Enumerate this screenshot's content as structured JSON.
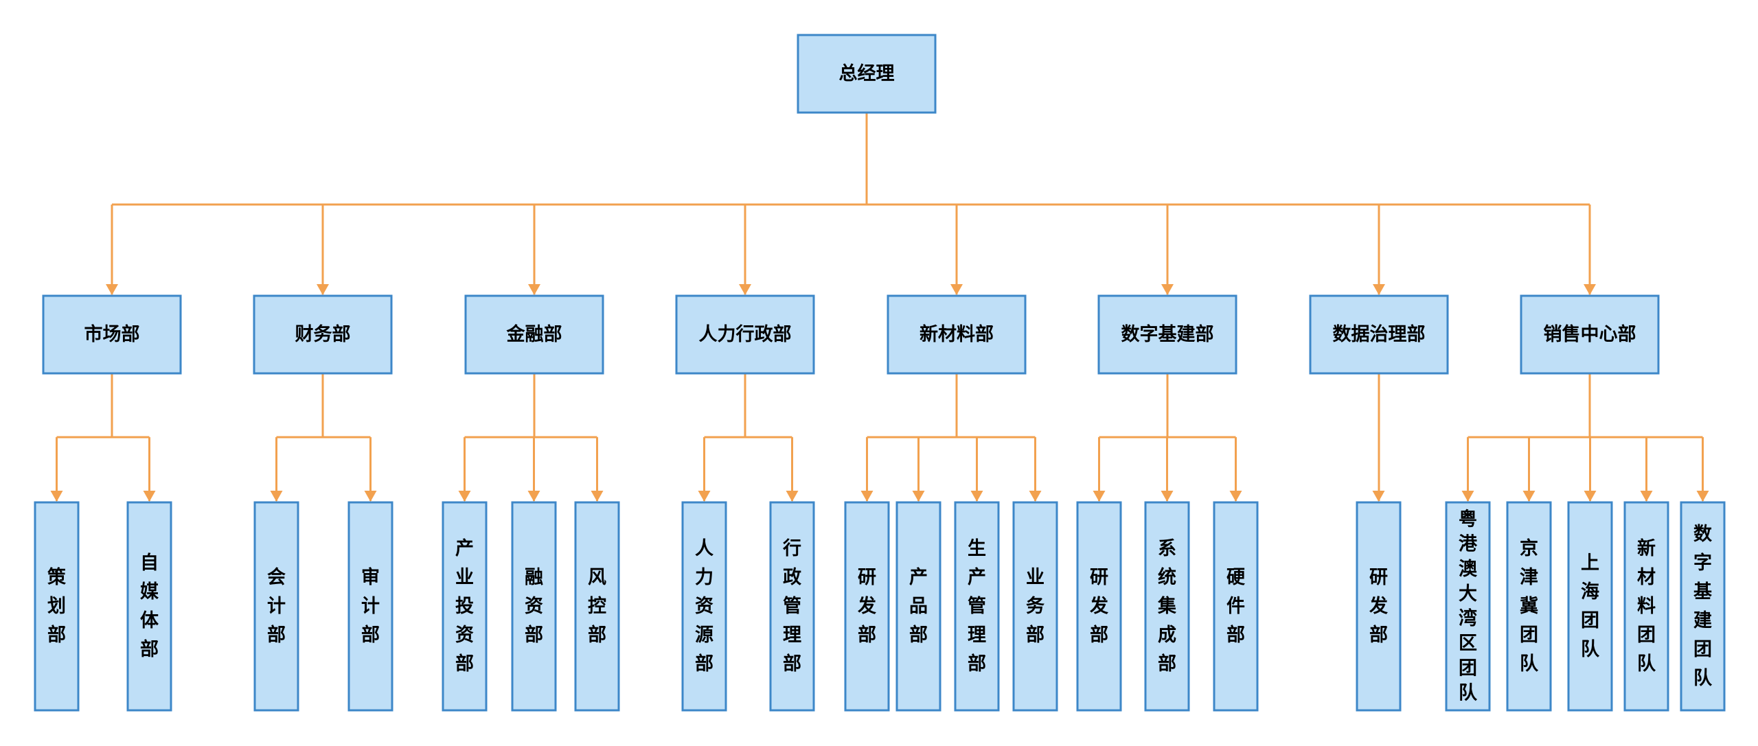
{
  "org_chart": {
    "root": {
      "label": "总经理"
    },
    "departments": [
      {
        "label": "市场部",
        "teams": [
          "策划部",
          "自媒体部"
        ]
      },
      {
        "label": "财务部",
        "teams": [
          "会计部",
          "审计部"
        ]
      },
      {
        "label": "金融部",
        "teams": [
          "产业投资部",
          "融资部",
          "风控部"
        ]
      },
      {
        "label": "人力行政部",
        "teams": [
          "人力资源部",
          "行政管理部"
        ]
      },
      {
        "label": "新材料部",
        "teams": [
          "研发部",
          "产品部",
          "生产管理部",
          "业务部"
        ]
      },
      {
        "label": "数字基建部",
        "teams": [
          "研发部",
          "系统集成部",
          "硬件部"
        ]
      },
      {
        "label": "数据治理部",
        "teams": [
          "研发部"
        ]
      },
      {
        "label": "销售中心部",
        "teams": [
          "粤港澳大湾区团队",
          "京津冀团队",
          "上海团队",
          "新材料团队",
          "数字基建团队"
        ]
      }
    ]
  },
  "colors": {
    "box_fill": "#bfdff7",
    "box_border": "#3d87c8",
    "connector": "#f2a14f",
    "text": "#000000"
  }
}
